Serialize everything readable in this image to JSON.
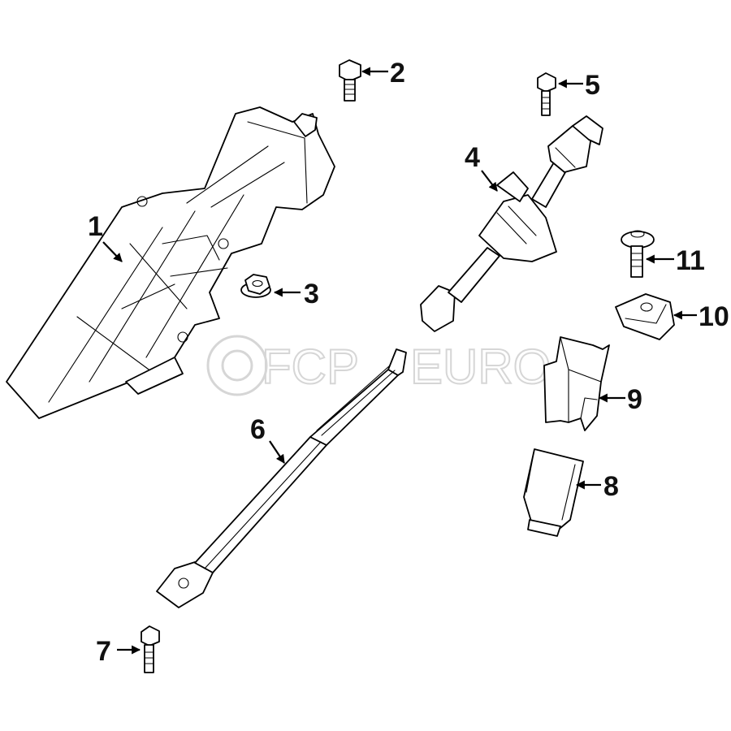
{
  "watermark": {
    "brand_a": "FCP",
    "brand_b": "EURO",
    "color": "#d6d6d6"
  },
  "callouts": [
    {
      "id": "1",
      "label": "1"
    },
    {
      "id": "2",
      "label": "2"
    },
    {
      "id": "3",
      "label": "3"
    },
    {
      "id": "4",
      "label": "4"
    },
    {
      "id": "5",
      "label": "5"
    },
    {
      "id": "6",
      "label": "6"
    },
    {
      "id": "7",
      "label": "7"
    },
    {
      "id": "8",
      "label": "8"
    },
    {
      "id": "9",
      "label": "9"
    },
    {
      "id": "10",
      "label": "10"
    },
    {
      "id": "11",
      "label": "11"
    }
  ],
  "colors": {
    "line": "#000000",
    "background": "#ffffff",
    "label": "#111111"
  }
}
